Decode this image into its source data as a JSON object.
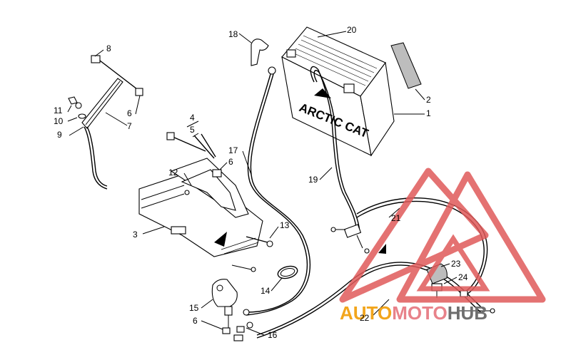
{
  "diagram": {
    "callouts": [
      "1",
      "2",
      "3",
      "4",
      "5",
      "6",
      "6",
      "6",
      "7",
      "8",
      "9",
      "10",
      "11",
      "12",
      "13",
      "14",
      "15",
      "16",
      "17",
      "18",
      "19",
      "20",
      "21",
      "22",
      "23",
      "24"
    ],
    "battery_brand": "ARCTIC CAT"
  },
  "watermark": {
    "part1": "AUTO",
    "part2": "MOTO",
    "part3": "HUB",
    "colors": {
      "auto": "#f2a51c",
      "moto": "#e8828a",
      "hub": "#6e6e6e",
      "triangle": "#e05a5a"
    }
  }
}
